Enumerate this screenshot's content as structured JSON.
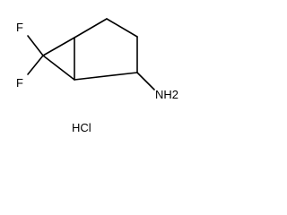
{
  "molecule": {
    "atoms": {
      "f_top": "F",
      "f_bottom": "F",
      "amine": "NH2"
    },
    "salt": "HCl"
  }
}
